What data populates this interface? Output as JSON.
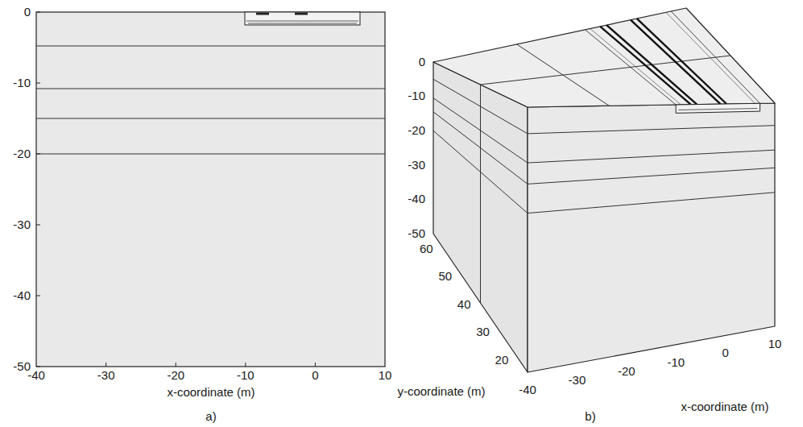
{
  "diagram": {
    "labels": [
      "0",
      "-10",
      "-20",
      "-30",
      "-40",
      "-50",
      "-40",
      "-30",
      "-20",
      "-10",
      "0",
      "10",
      "x-coordinate (m)",
      "a)",
      "0",
      "-10",
      "-20",
      "-30",
      "-40",
      "-50",
      "60",
      "50",
      "40",
      "30",
      "20",
      "-40",
      "-30",
      "-20",
      "-10",
      "0",
      "10",
      "x-coordinate (m)",
      "y-coordinate (m)",
      "b)"
    ]
  }
}
